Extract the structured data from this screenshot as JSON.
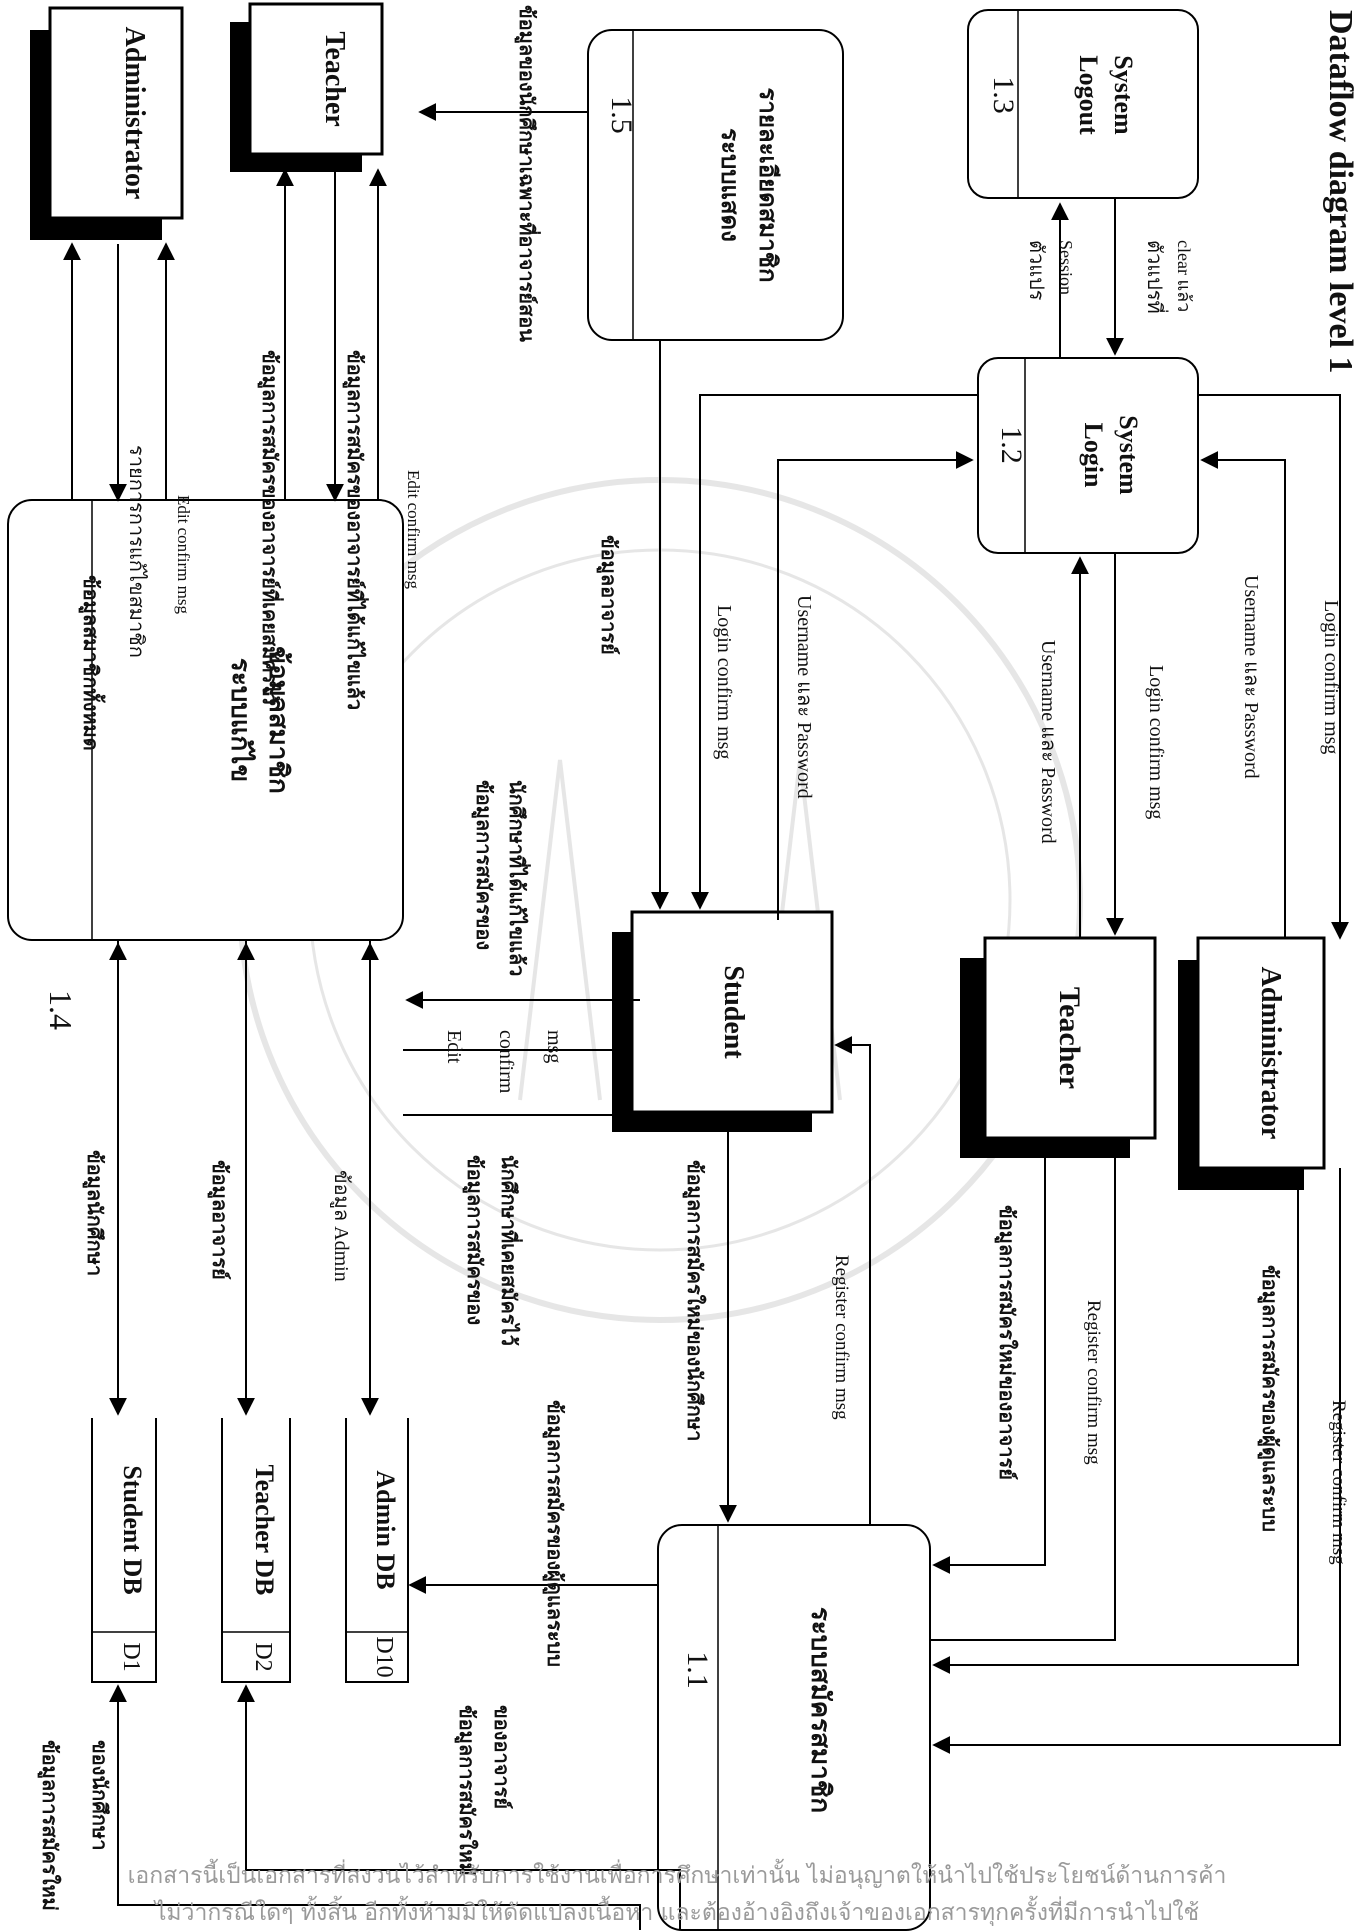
{
  "diagram": {
    "title": "Dataflow diagram level 1",
    "externals": {
      "admin_top": "Administrator",
      "teacher_top": "Teacher",
      "student": "Student",
      "teacher_mid": "Teacher",
      "admin_mid": "Administrator"
    },
    "processes": {
      "p1_1": {
        "id": "1.1",
        "name": "ระบบสมัครสมาชิก"
      },
      "p1_2": {
        "id": "1.2",
        "name_line1": "Login",
        "name_line2": "System"
      },
      "p1_3": {
        "id": "1.3",
        "name_line1": "Logout",
        "name_line2": "System"
      },
      "p1_4": {
        "id": "1.4",
        "name_line1": "ระบบแก้ไข",
        "name_line2": "ข้อมูลสมาชิก"
      },
      "p1_5": {
        "id": "1.5",
        "name_line1": "ระบบแสดง",
        "name_line2": "รายละเอียดสมาชิก"
      }
    },
    "stores": {
      "d1": {
        "id": "D1",
        "name": "Student DB"
      },
      "d2": {
        "id": "D2",
        "name": "Teacher DB"
      },
      "d10": {
        "id": "D10",
        "name": "Admin DB"
      }
    },
    "flows": {
      "f_all_members": "ข้อมูลสมาชิกทั้งหมด",
      "f_edit_list": "รายการการแก้ไขสมาชิก",
      "f_edit_confirm": "Edit confirm msg",
      "f_teacher_reg": "ข้อมูลการสมัครของอาจารย์ที่เคยสมัครไว้",
      "f_teacher_edited": "ข้อมูลการสมัครของอาจารย์ที่ได้แก้ไขแล้ว",
      "f_student_info_teacher": "ข้อมูลของนักศึกษาเฉพาะที่อาจารย์สอน",
      "f_teacher_data": "ข้อมูลอาจารย์",
      "f_login_confirm": "Login confirm msg",
      "f_user_pass": "Username และ Password",
      "f_var": "ตัวแปร",
      "f_session": "Session",
      "f_var_cleared": "ตัวแปรที่",
      "f_clear_done": "clear แล้ว",
      "f_student_edited_1": "ข้อมูลการสมัครของ",
      "f_student_edited_2": "นักศึกษาที่ได้แก้ไขแล้ว",
      "f_edit": "Edit",
      "f_confirm": "confirm",
      "f_msg": "msg",
      "f_student_prev_1": "ข้อมูลการสมัครของ",
      "f_student_prev_2": "นักศึกษาที่เคยสมัครไว้",
      "f_student_data": "ข้อมูลนักศึกษา",
      "f_admin_data": "ข้อมูล Admin",
      "f_student_new": "ข้อมูลการสมัครใหม่ของนักศึกษา",
      "f_register_confirm": "Register confirm msg",
      "f_teacher_new": "ข้อมูลการสมัครใหม่ของอาจารย์",
      "f_admin_reg": "ข้อมูลการสมัครของผู้ดูแลระบบ",
      "f_new_student_1": "ข้อมูลการสมัครใหม่",
      "f_new_student_2": "ของนักศึกษา",
      "f_new_teacher_1": "ข้อมูลการสมัครใหม่",
      "f_new_teacher_2": "ของอาจารย์"
    }
  },
  "footer": {
    "line1": "เอกสารนี้เป็นเอกสารที่สงวนไว้สำหรับการใช้งานเพื่อการศึกษาเท่านั้น ไม่อนุญาตให้นำไปใช้ประโยชน์ด้านการค้า",
    "line2": "ไม่ว่ากรณีใดๆ ทั้งสิ้น อีกทั้งห้ามมิให้ดัดแปลงเนื้อหา และต้องอ้างอิงถึงเจ้าของเอกสารทุกครั้งที่มีการนำไปใช้"
  }
}
